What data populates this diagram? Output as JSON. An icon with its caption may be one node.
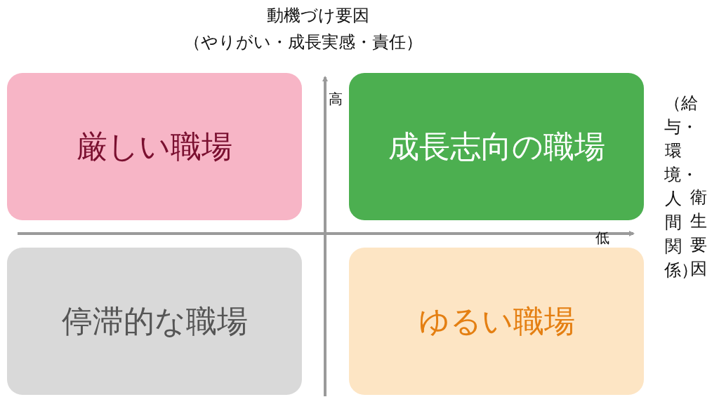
{
  "diagram": {
    "nodes": [
      {
        "text": [
          "厳しい職場"
        ]
      },
      {
        "text": [
          "成長志向の職場"
        ]
      },
      {
        "text": [
          "停滞的な職場"
        ]
      },
      {
        "text": [
          "ゆるい職場"
        ]
      }
    ],
    "labels": [
      "動機づけ要因",
      "（やりがい・成長実感・責任）",
      "高",
      "低",
      "衛生要因",
      "（給与・環境・人間関係）"
    ]
  }
}
